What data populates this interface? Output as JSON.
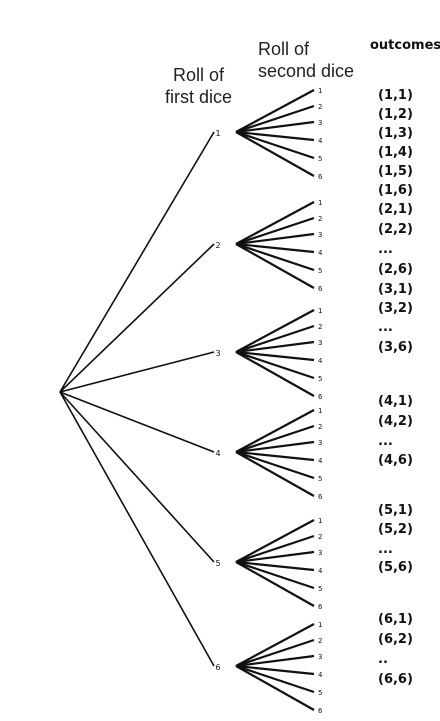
{
  "headers": {
    "first_line1": "Roll of",
    "first_line2": "first dice",
    "second_line1": "Roll of",
    "second_line2": "second dice",
    "outcomes": "outcomes"
  },
  "first_roll_labels": [
    "1",
    "2",
    "3",
    "4",
    "5",
    "6"
  ],
  "second_roll_labels": [
    "1",
    "2",
    "3",
    "4",
    "5",
    "6"
  ],
  "outcomes": [
    "(1,1)",
    "(1,2)",
    "(1,3)",
    "(1,4)",
    "(1,5)",
    "(1,6)",
    "(2,1)",
    "(2,2)",
    "...",
    "(2,6)",
    "(3,1)",
    "(3,2)",
    "...",
    "(3,6)",
    "(4,1)",
    "(4,2)",
    "...",
    "(4,6)",
    "(5,1)",
    "(5,2)",
    "...",
    "(5,6)",
    "(6,1)",
    "(6,2)",
    "..",
    "(6,6)"
  ]
}
